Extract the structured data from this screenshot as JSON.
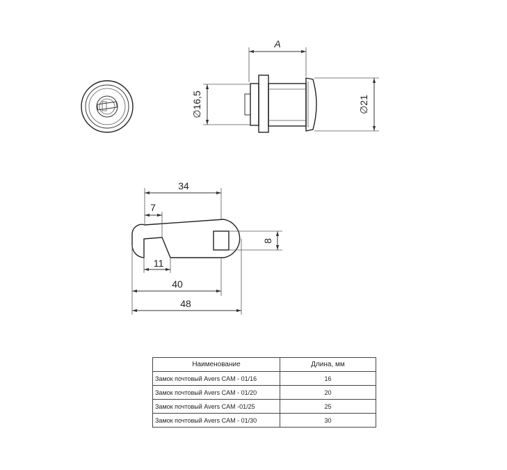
{
  "drawing": {
    "dim_a": "A",
    "dim_d16": "∅16,5",
    "dim_d21": "∅21",
    "dim_34": "34",
    "dim_7": "7",
    "dim_8": "8",
    "dim_11": "11",
    "dim_40": "40",
    "dim_48": "48"
  },
  "table": {
    "headers": [
      "Наименование",
      "Длина, мм"
    ],
    "rows": [
      [
        "Замок почтовый Avers CAM - 01/16",
        "16"
      ],
      [
        "Замок почтовый Avers CAM - 01/20",
        "20"
      ],
      [
        "Замок почтовый Avers CAM -01/25",
        "25"
      ],
      [
        "Замок почтовый Avers CAM - 01/30",
        "30"
      ]
    ]
  }
}
